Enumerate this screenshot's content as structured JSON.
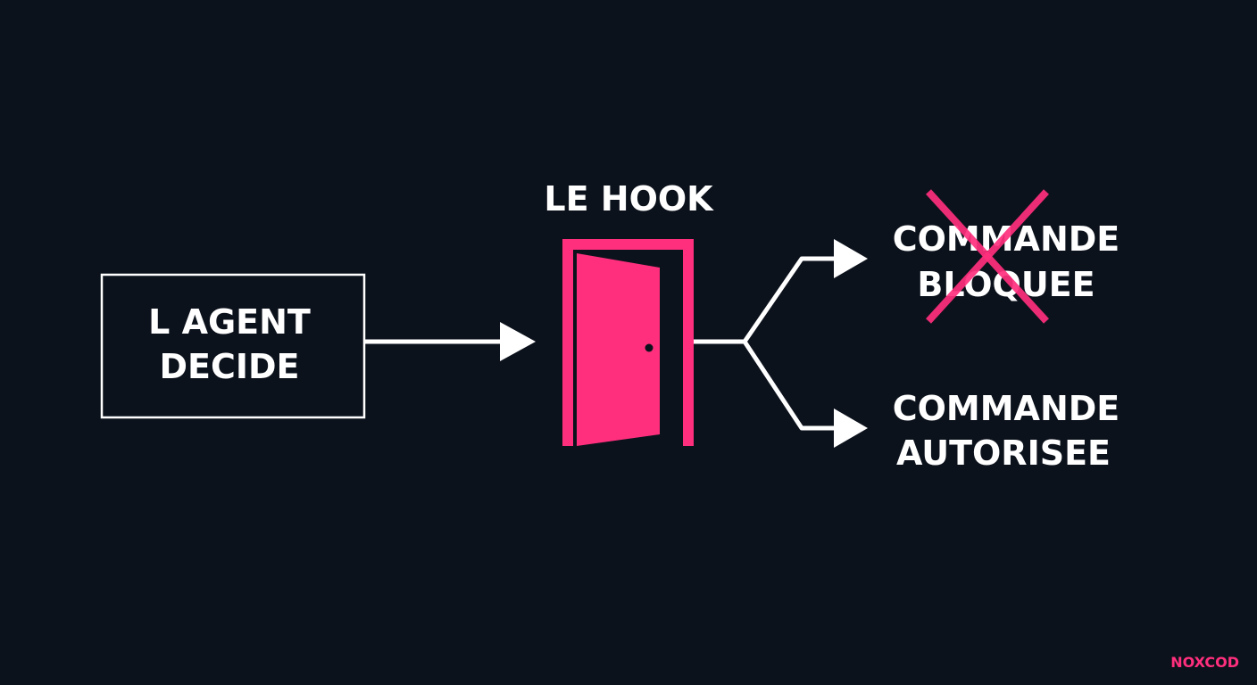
{
  "colors": {
    "background": "#0c121c",
    "foreground": "#ffffff",
    "accent": "#ff2f7d"
  },
  "source_box": {
    "line1": "L AGENT",
    "line2": "DECIDE"
  },
  "hook": {
    "title": "LE HOOK",
    "icon": "open-door-icon"
  },
  "outcomes": {
    "blocked": {
      "line1": "COMMANDE",
      "line2": "BLOQUEE",
      "mark": "cross-icon"
    },
    "allowed": {
      "line1": "COMMANDE",
      "line2": "AUTORISEE"
    }
  },
  "brand": "NOXCOD"
}
